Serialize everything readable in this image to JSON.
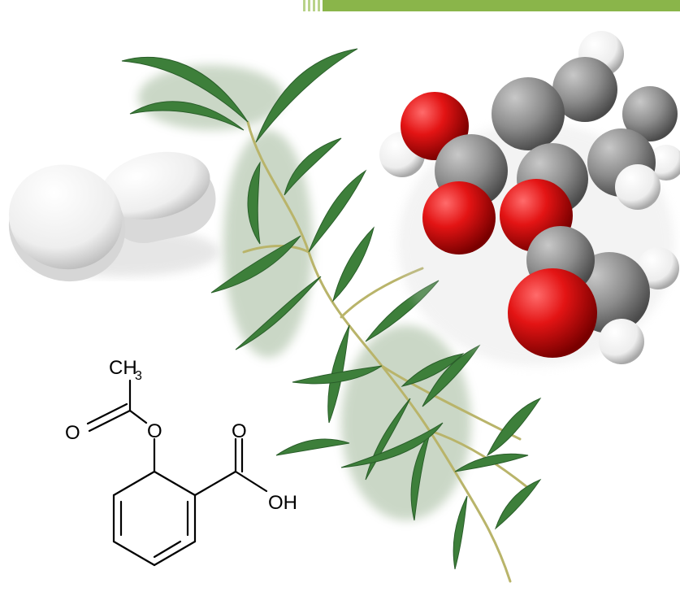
{
  "structure_labels": {
    "methyl": "CH",
    "methyl_subscript": "3",
    "ester_carbonyl_oxygen": "O",
    "ester_oxygen": "O",
    "acid_carbonyl_oxygen": "O",
    "hydroxyl": "OH"
  },
  "colors": {
    "top_bar_green": "#8ab54a",
    "oxygen_red": "#e31414",
    "carbon_gray": "#8a8a8a",
    "hydrogen_white": "#f4f4f4",
    "leaf_green": "#3d7f3a",
    "stem_yellow": "#b9b46a",
    "tablet_white": "#f1f1f1"
  },
  "icons": {
    "tablets": "aspirin-tablets-icon",
    "willow": "willow-branch-icon",
    "molecule": "space-filling-molecule-icon",
    "structure": "skeletal-formula-icon"
  }
}
